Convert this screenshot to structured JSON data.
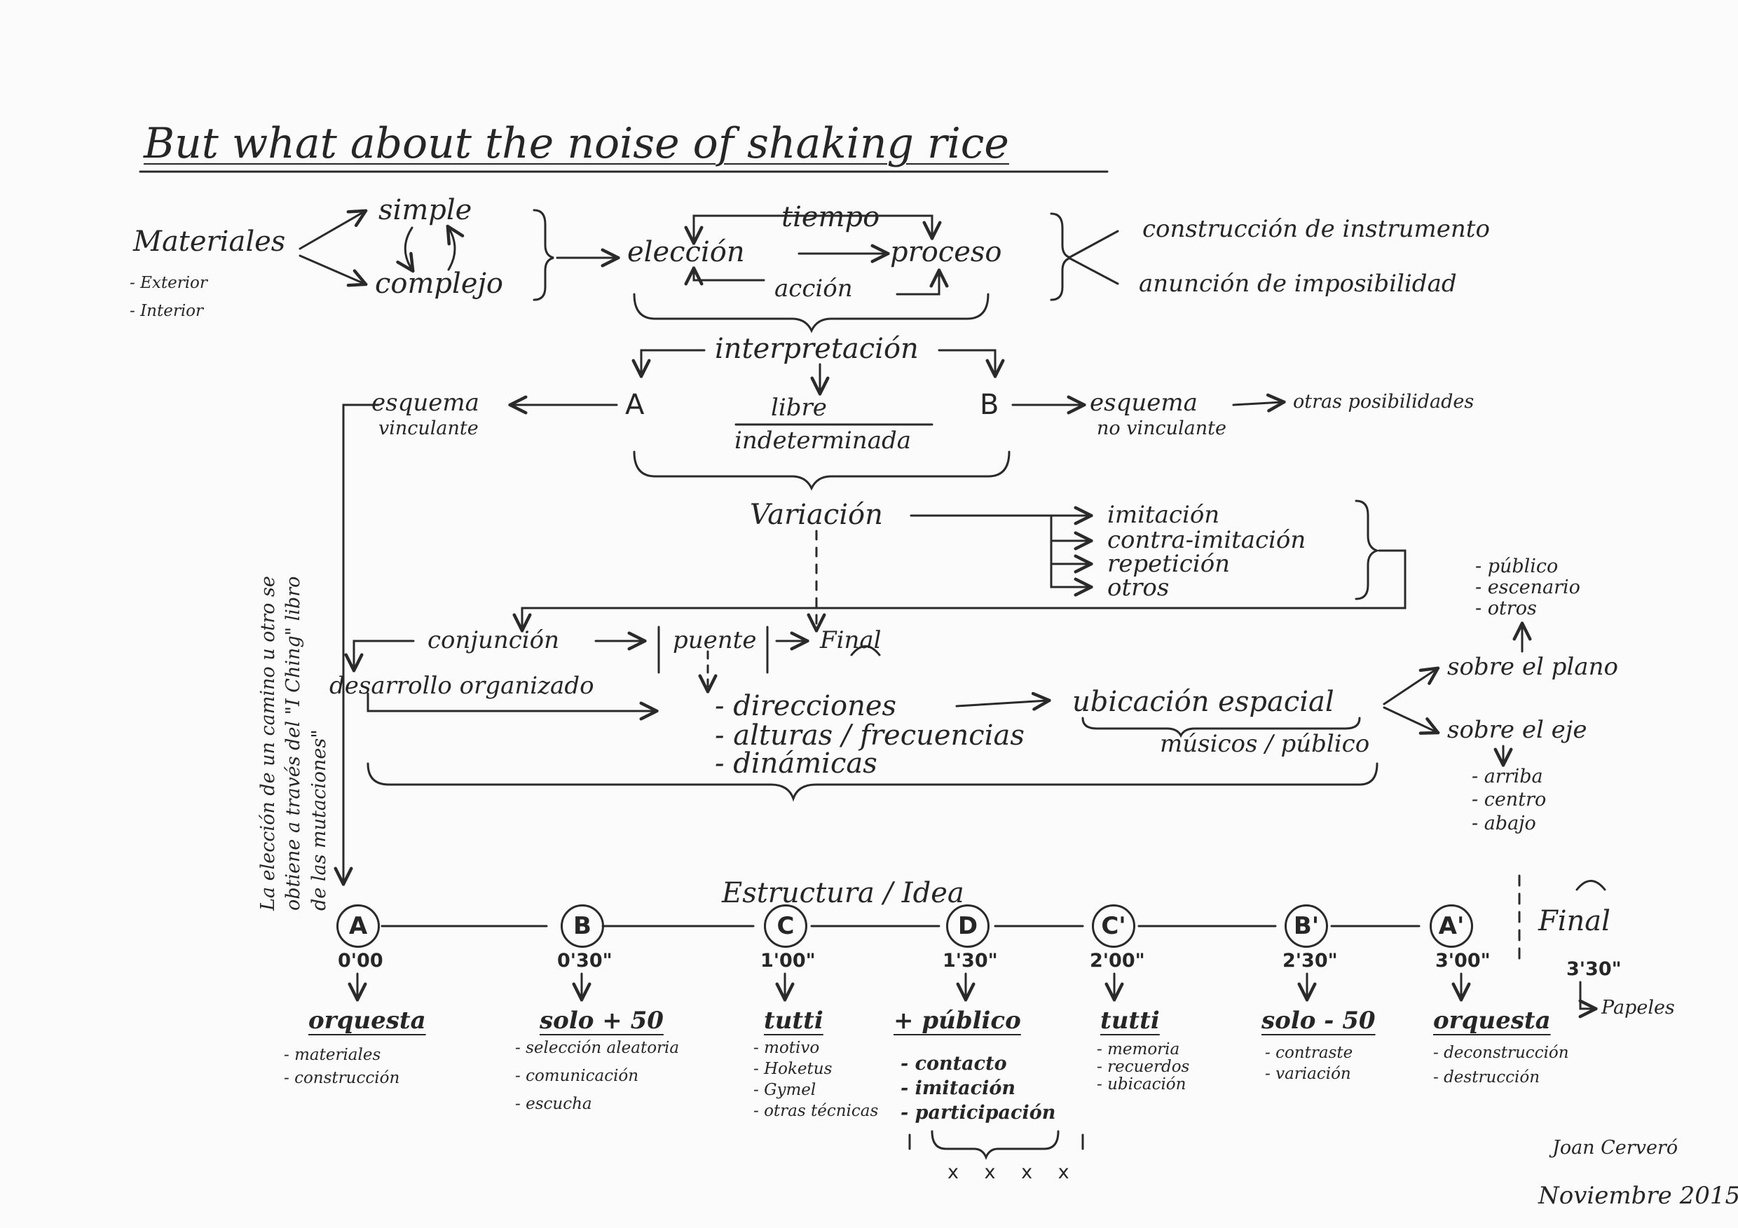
{
  "title": "But what about the noise of shaking rice",
  "materiales": {
    "label": "Materiales",
    "sub": [
      "- Exterior",
      "- Interior"
    ],
    "simple": "simple",
    "complejo": "complejo"
  },
  "core": {
    "eleccion": "elección",
    "proceso": "proceso",
    "tiempo": "tiempo",
    "accion": "acción"
  },
  "right_top": [
    "construcción de instrumento",
    "anunción de imposibilidad"
  ],
  "interpretacion": "interpretación",
  "nodes": {
    "A": "A",
    "B": "B",
    "libre": "libre",
    "indeterminada": "indeterminada",
    "esquema_left": "esquema",
    "vinculante": "vinculante",
    "esquema_right": "esquema",
    "no_vinculante": "no vinculante",
    "otras": "otras posibilidades"
  },
  "variacion": {
    "label": "Variación",
    "items": [
      "imitación",
      "contra-imitación",
      "repetición",
      "otros"
    ]
  },
  "flow": {
    "conjuncion": "conjunción",
    "puente": "puente",
    "final": "Final",
    "desarrollo": "desarrollo organizado",
    "params": [
      "- direcciones",
      "- alturas / frecuencias",
      "- dinámicas"
    ],
    "ubicacion": "ubicación espacial",
    "musicos": "músicos / público",
    "sobre_plano": "sobre el plano",
    "sobre_eje": "sobre el eje",
    "plano_items": [
      "- público",
      "- escenario",
      "- otros"
    ],
    "eje_items": [
      "- arriba",
      "- centro",
      "- abajo"
    ]
  },
  "vertical_note": [
    "La elección de un camino u otro se",
    "obtiene a través del \"I Ching\" libro",
    "de las mutaciones\""
  ],
  "estructura": {
    "label": "Estructura / Idea",
    "final": "Final",
    "final_time": "3'30\"",
    "papeles": "Papeles",
    "sections": [
      {
        "letter": "A",
        "time": "0'00",
        "head": "orquesta",
        "items": [
          "- materiales",
          "- construcción"
        ]
      },
      {
        "letter": "B",
        "time": "0'30\"",
        "head": "solo + 50",
        "items": [
          "- selección aleatoria",
          "- comunicación",
          "- escucha"
        ]
      },
      {
        "letter": "C",
        "time": "1'00\"",
        "head": "tutti",
        "items": [
          "- motivo",
          "- Hoketus",
          "- Gymel",
          "- otras técnicas"
        ]
      },
      {
        "letter": "D",
        "time": "1'30\"",
        "head": "+ público",
        "items": [
          "- contacto",
          "- imitación",
          "- participación"
        ]
      },
      {
        "letter": "C'",
        "time": "2'00\"",
        "head": "tutti",
        "items": [
          "- memoria",
          "- recuerdos",
          "- ubicación"
        ]
      },
      {
        "letter": "B'",
        "time": "2'30\"",
        "head": "solo - 50",
        "items": [
          "- contraste",
          "- variación"
        ]
      },
      {
        "letter": "A'",
        "time": "3'00\"",
        "head": "orquesta",
        "items": [
          "- deconstrucción",
          "- destrucción"
        ]
      }
    ],
    "marks": "x x x x"
  },
  "signature": {
    "name": "Joan Cerveró",
    "date": "Noviembre 2015"
  }
}
